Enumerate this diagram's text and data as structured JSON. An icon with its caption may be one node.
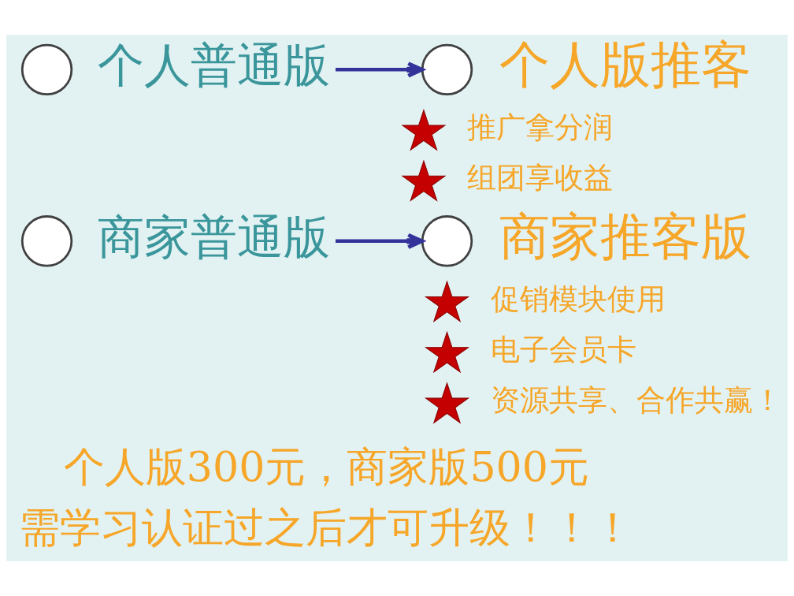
{
  "diagram": {
    "nodes": [
      {
        "text": [],
        "shape": "circle"
      },
      {
        "text": [
          "个人普通版"
        ]
      },
      {
        "text": [],
        "shape": "circle"
      },
      {
        "text": [
          "个人版推客"
        ]
      },
      {
        "text": [],
        "shape": "star",
        "beside": [
          "推广拿分润"
        ]
      },
      {
        "text": [],
        "shape": "star",
        "beside": [
          "组团享收益"
        ]
      },
      {
        "text": [],
        "shape": "circle"
      },
      {
        "text": [
          "商家普通版"
        ]
      },
      {
        "text": [],
        "shape": "circle"
      },
      {
        "text": [
          "商家推客版"
        ]
      },
      {
        "text": [],
        "shape": "star",
        "beside": [
          "促销模块使用"
        ]
      },
      {
        "text": [],
        "shape": "star",
        "beside": [
          "电子会员卡"
        ]
      },
      {
        "text": [],
        "shape": "star",
        "beside": [
          "资源共享、合作共赢！"
        ]
      }
    ],
    "edges": [
      {
        "from": 1,
        "to": 2,
        "arrow": "to"
      },
      {
        "from": 7,
        "to": 8,
        "arrow": "to"
      }
    ],
    "labels": [
      "个人版300元，商家版500元",
      "需学习认证过之后才可升级！！！"
    ]
  }
}
